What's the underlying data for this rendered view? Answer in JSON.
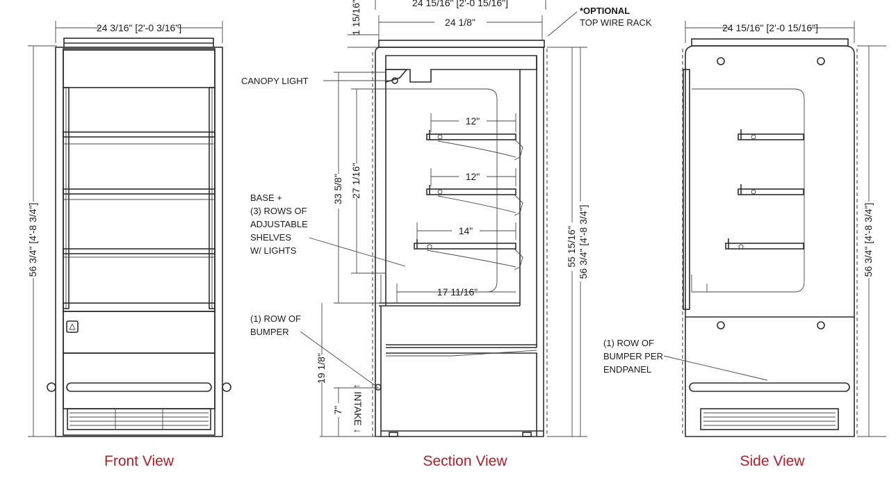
{
  "views": {
    "front": "Front View",
    "section": "Section View",
    "side": "Side View"
  },
  "front": {
    "width_dim": "24 3/16\" [2'-0 3/16\"]",
    "height_dim": "56 3/4\" [4'-8 3/4\"]"
  },
  "section": {
    "top_width_dim": "24 15/16\" [2'-0 15/16\"]",
    "inner_width_dim": "24 1/8\"",
    "rack_height_dim": "1 15/16\"",
    "shelf_depths": [
      "12\"",
      "12\"",
      "14\""
    ],
    "base_depth_dim": "17 11/16\"",
    "opening_height_dim": "33 5/8\"",
    "shelf_area_height_dim": "27 1/16\"",
    "lower_height_dim": "19 1/8\"",
    "intake_height_dim": "7\"",
    "intake_label": "↓ INTAKE ↓",
    "overall_height_dim": "55 15/16\"",
    "total_height_dim": "56 3/4\" [4'-8 3/4\"]",
    "callouts": {
      "optional_rack": "*OPTIONAL",
      "optional_rack_2": "TOP WIRE RACK",
      "canopy_light": "CANOPY LIGHT",
      "base_rows": [
        "BASE +",
        "(3) ROWS OF",
        "ADJUSTABLE",
        "SHELVES",
        "W/ LIGHTS"
      ],
      "bumper": [
        "(1) ROW OF",
        "BUMPER"
      ]
    }
  },
  "side": {
    "width_dim": "24 15/16\" [2'-0 15/16\"]",
    "height_dim": "56 3/4\" [4'-8 3/4\"]",
    "bumper_callout": [
      "(1) ROW OF",
      "BUMPER PER",
      "ENDPANEL"
    ]
  },
  "colors": {
    "caption": "#b71c25",
    "line": "#2b2b2b"
  }
}
